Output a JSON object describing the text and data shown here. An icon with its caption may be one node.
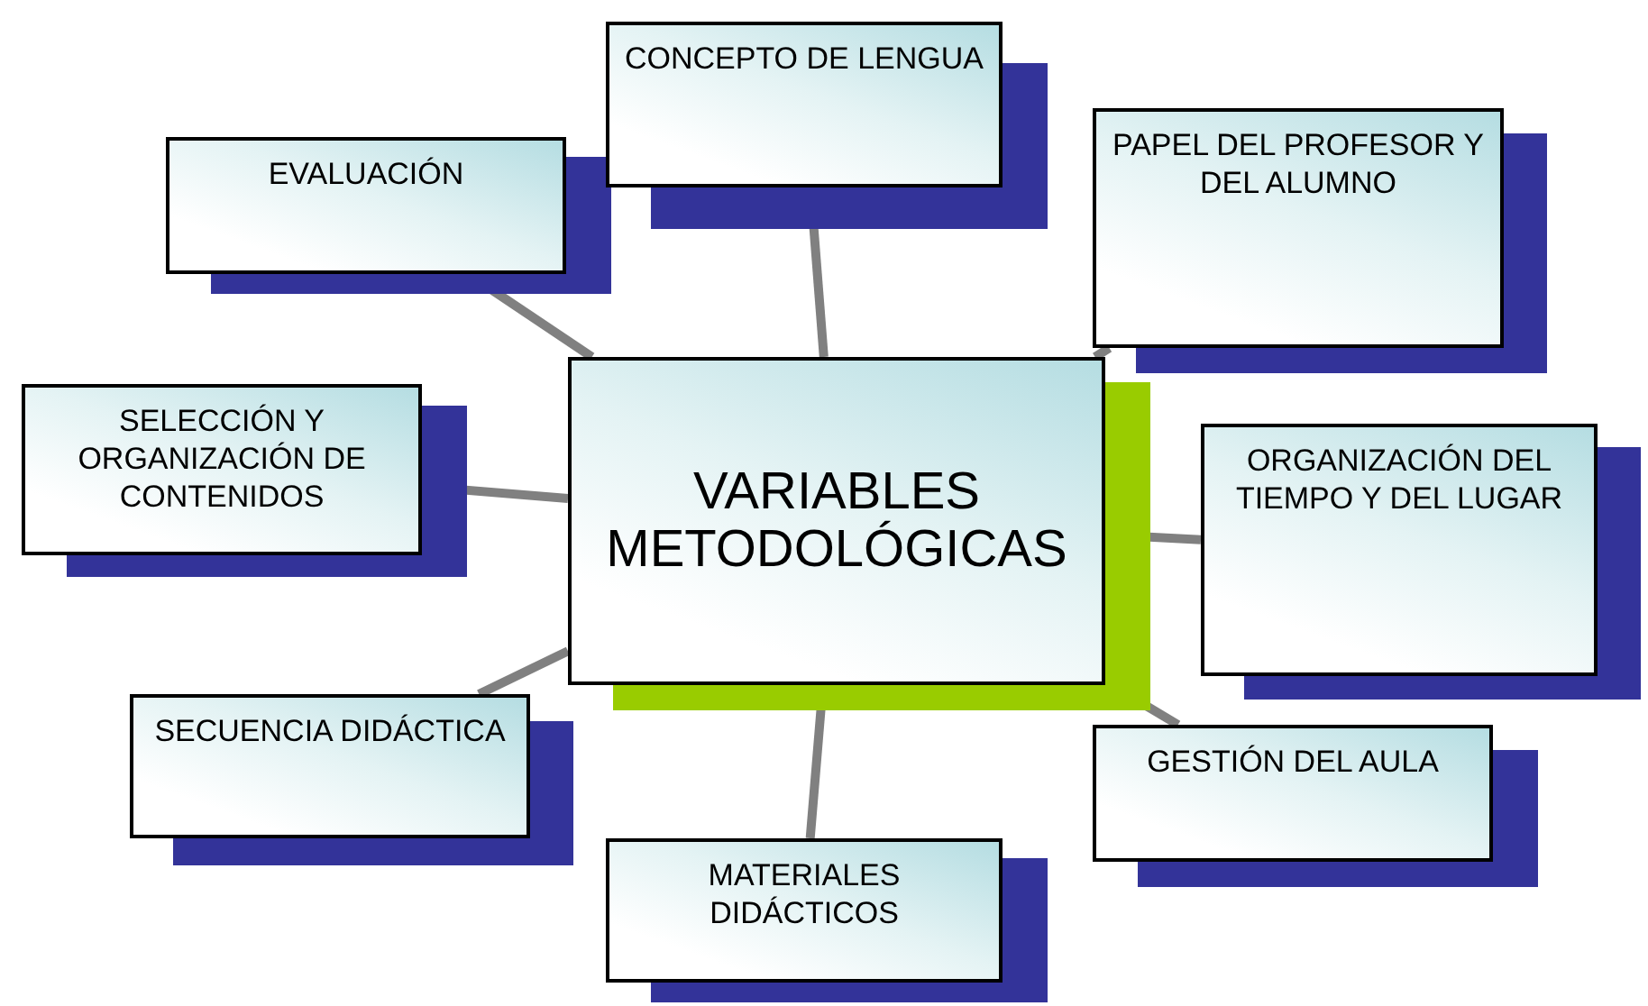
{
  "diagram": {
    "nodes": [
      {
        "text": [
          "VARIABLES METODOLÓGICAS"
        ]
      },
      {
        "text": [
          "CONCEPTO DE LENGUA"
        ]
      },
      {
        "text": [
          "EVALUACIÓN"
        ]
      },
      {
        "text": [
          "PAPEL DEL PROFESOR Y DEL ALUMNO"
        ]
      },
      {
        "text": [
          "SELECCIÓN Y ORGANIZACIÓN DE CONTENIDOS"
        ]
      },
      {
        "text": [
          "ORGANIZACIÓN DEL TIEMPO Y DEL LUGAR"
        ]
      },
      {
        "text": [
          "SECUENCIA DIDÁCTICA"
        ]
      },
      {
        "text": [
          "GESTIÓN DEL AULA"
        ]
      },
      {
        "text": [
          "MATERIALES DIDÁCTICOS"
        ]
      }
    ],
    "edges": [
      {
        "from": 0,
        "to": 1,
        "arrow": "none"
      },
      {
        "from": 0,
        "to": 2,
        "arrow": "none"
      },
      {
        "from": 0,
        "to": 3,
        "arrow": "none"
      },
      {
        "from": 0,
        "to": 4,
        "arrow": "none"
      },
      {
        "from": 0,
        "to": 5,
        "arrow": "none"
      },
      {
        "from": 0,
        "to": 6,
        "arrow": "none"
      },
      {
        "from": 0,
        "to": 7,
        "arrow": "none"
      },
      {
        "from": 0,
        "to": 8,
        "arrow": "none"
      }
    ]
  }
}
